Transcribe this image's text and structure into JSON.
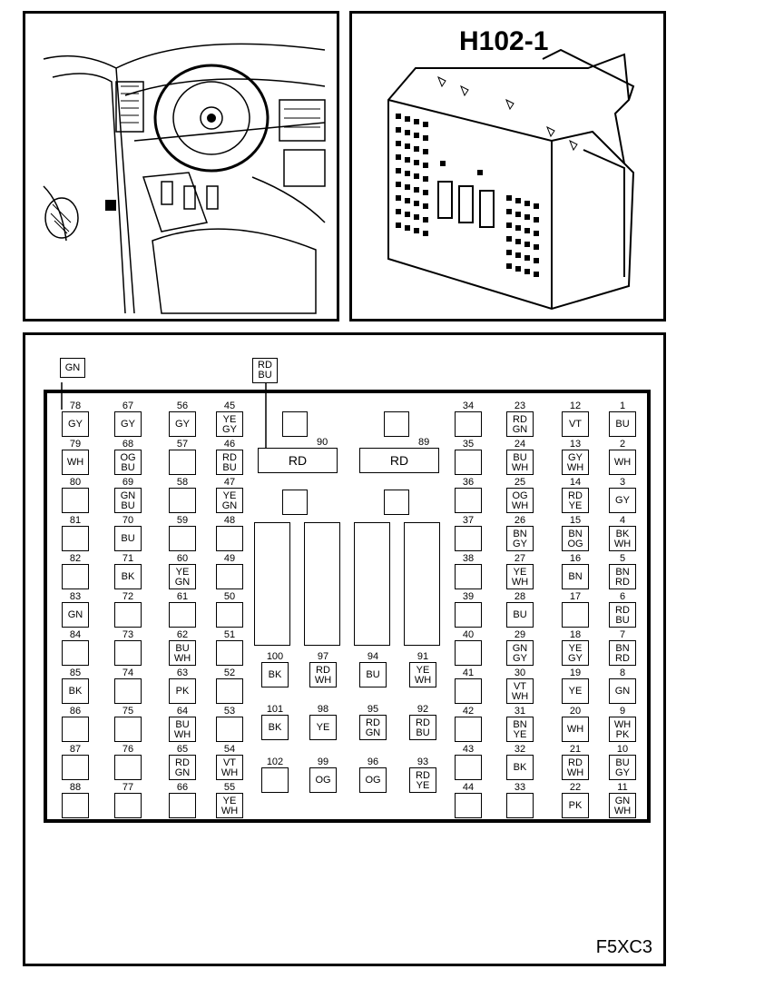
{
  "header": {
    "connector_id": "H102-1"
  },
  "footer": {
    "figure_code": "F5XC3"
  },
  "external_wires": [
    {
      "id": "ext-gn",
      "lines": [
        "GN"
      ]
    },
    {
      "id": "ext-rdbu",
      "lines": [
        "RD",
        "BU"
      ]
    }
  ],
  "big_blocks": [
    {
      "num": "90",
      "color": "RD"
    },
    {
      "num": "89",
      "color": "RD"
    }
  ],
  "columns": [
    {
      "id": "c1",
      "pins": [
        {
          "num": "78",
          "lines": [
            "GY"
          ]
        },
        {
          "num": "79",
          "lines": [
            "WH"
          ]
        },
        {
          "num": "80",
          "lines": []
        },
        {
          "num": "81",
          "lines": []
        },
        {
          "num": "82",
          "lines": []
        },
        {
          "num": "83",
          "lines": [
            "GN"
          ]
        },
        {
          "num": "84",
          "lines": []
        },
        {
          "num": "85",
          "lines": [
            "BK"
          ]
        },
        {
          "num": "86",
          "lines": []
        },
        {
          "num": "87",
          "lines": []
        },
        {
          "num": "88",
          "lines": []
        }
      ]
    },
    {
      "id": "c2",
      "pins": [
        {
          "num": "67",
          "lines": [
            "GY"
          ]
        },
        {
          "num": "68",
          "lines": [
            "OG",
            "BU"
          ]
        },
        {
          "num": "69",
          "lines": [
            "GN",
            "BU"
          ]
        },
        {
          "num": "70",
          "lines": [
            "BU"
          ]
        },
        {
          "num": "71",
          "lines": [
            "BK"
          ]
        },
        {
          "num": "72",
          "lines": []
        },
        {
          "num": "73",
          "lines": []
        },
        {
          "num": "74",
          "lines": []
        },
        {
          "num": "75",
          "lines": []
        },
        {
          "num": "76",
          "lines": []
        },
        {
          "num": "77",
          "lines": []
        }
      ]
    },
    {
      "id": "c3",
      "pins": [
        {
          "num": "56",
          "lines": [
            "GY"
          ]
        },
        {
          "num": "57",
          "lines": []
        },
        {
          "num": "58",
          "lines": []
        },
        {
          "num": "59",
          "lines": []
        },
        {
          "num": "60",
          "lines": [
            "YE",
            "GN"
          ]
        },
        {
          "num": "61",
          "lines": []
        },
        {
          "num": "62",
          "lines": [
            "BU",
            "WH"
          ]
        },
        {
          "num": "63",
          "lines": [
            "PK"
          ]
        },
        {
          "num": "64",
          "lines": [
            "BU",
            "WH"
          ]
        },
        {
          "num": "65",
          "lines": [
            "RD",
            "GN"
          ]
        },
        {
          "num": "66",
          "lines": []
        }
      ]
    },
    {
      "id": "c4",
      "pins": [
        {
          "num": "45",
          "lines": [
            "YE",
            "GY"
          ]
        },
        {
          "num": "46",
          "lines": [
            "RD",
            "BU"
          ]
        },
        {
          "num": "47",
          "lines": [
            "YE",
            "GN"
          ]
        },
        {
          "num": "48",
          "lines": []
        },
        {
          "num": "49",
          "lines": []
        },
        {
          "num": "50",
          "lines": []
        },
        {
          "num": "51",
          "lines": []
        },
        {
          "num": "52",
          "lines": []
        },
        {
          "num": "53",
          "lines": []
        },
        {
          "num": "54",
          "lines": [
            "VT",
            "WH"
          ]
        },
        {
          "num": "55",
          "lines": [
            "YE",
            "WH"
          ]
        }
      ]
    },
    {
      "id": "c5",
      "pins": [
        {
          "num": "34",
          "lines": []
        },
        {
          "num": "35",
          "lines": []
        },
        {
          "num": "36",
          "lines": []
        },
        {
          "num": "37",
          "lines": []
        },
        {
          "num": "38",
          "lines": []
        },
        {
          "num": "39",
          "lines": []
        },
        {
          "num": "40",
          "lines": []
        },
        {
          "num": "41",
          "lines": []
        },
        {
          "num": "42",
          "lines": []
        },
        {
          "num": "43",
          "lines": []
        },
        {
          "num": "44",
          "lines": []
        }
      ]
    },
    {
      "id": "c6",
      "pins": [
        {
          "num": "23",
          "lines": [
            "RD",
            "GN"
          ]
        },
        {
          "num": "24",
          "lines": [
            "BU",
            "WH"
          ]
        },
        {
          "num": "25",
          "lines": [
            "OG",
            "WH"
          ]
        },
        {
          "num": "26",
          "lines": [
            "BN",
            "GY"
          ]
        },
        {
          "num": "27",
          "lines": [
            "YE",
            "WH"
          ]
        },
        {
          "num": "28",
          "lines": [
            "BU"
          ]
        },
        {
          "num": "29",
          "lines": [
            "GN",
            "GY"
          ]
        },
        {
          "num": "30",
          "lines": [
            "VT",
            "WH"
          ]
        },
        {
          "num": "31",
          "lines": [
            "BN",
            "YE"
          ]
        },
        {
          "num": "32",
          "lines": [
            "BK"
          ]
        },
        {
          "num": "33",
          "lines": []
        }
      ]
    },
    {
      "id": "c7",
      "pins": [
        {
          "num": "12",
          "lines": [
            "VT"
          ]
        },
        {
          "num": "13",
          "lines": [
            "GY",
            "WH"
          ]
        },
        {
          "num": "14",
          "lines": [
            "RD",
            "YE"
          ]
        },
        {
          "num": "15",
          "lines": [
            "BN",
            "OG"
          ]
        },
        {
          "num": "16",
          "lines": [
            "BN"
          ]
        },
        {
          "num": "17",
          "lines": []
        },
        {
          "num": "18",
          "lines": [
            "YE",
            "GY"
          ]
        },
        {
          "num": "19",
          "lines": [
            "YE"
          ]
        },
        {
          "num": "20",
          "lines": [
            "WH"
          ]
        },
        {
          "num": "21",
          "lines": [
            "RD",
            "WH"
          ]
        },
        {
          "num": "22",
          "lines": [
            "PK"
          ]
        }
      ]
    },
    {
      "id": "c8",
      "pins": [
        {
          "num": "1",
          "lines": [
            "BU"
          ]
        },
        {
          "num": "2",
          "lines": [
            "WH"
          ]
        },
        {
          "num": "3",
          "lines": [
            "GY"
          ]
        },
        {
          "num": "4",
          "lines": [
            "BK",
            "WH"
          ]
        },
        {
          "num": "5",
          "lines": [
            "BN",
            "RD"
          ]
        },
        {
          "num": "6",
          "lines": [
            "RD",
            "BU"
          ]
        },
        {
          "num": "7",
          "lines": [
            "BN",
            "RD"
          ]
        },
        {
          "num": "8",
          "lines": [
            "GN"
          ]
        },
        {
          "num": "9",
          "lines": [
            "WH",
            "PK"
          ]
        },
        {
          "num": "10",
          "lines": [
            "BU",
            "GY"
          ]
        },
        {
          "num": "11",
          "lines": [
            "GN",
            "WH"
          ]
        }
      ]
    }
  ],
  "center_rows": [
    [
      {
        "num": "100",
        "lines": [
          "BK"
        ]
      },
      {
        "num": "97",
        "lines": [
          "RD",
          "WH"
        ]
      },
      {
        "num": "94",
        "lines": [
          "BU"
        ]
      },
      {
        "num": "91",
        "lines": [
          "YE",
          "WH"
        ]
      }
    ],
    [
      {
        "num": "101",
        "lines": [
          "BK"
        ]
      },
      {
        "num": "98",
        "lines": [
          "YE"
        ]
      },
      {
        "num": "95",
        "lines": [
          "RD",
          "GN"
        ]
      },
      {
        "num": "92",
        "lines": [
          "RD",
          "BU"
        ]
      }
    ],
    [
      {
        "num": "102",
        "lines": []
      },
      {
        "num": "99",
        "lines": [
          "OG"
        ]
      },
      {
        "num": "96",
        "lines": [
          "OG"
        ]
      },
      {
        "num": "93",
        "lines": [
          "RD",
          "YE"
        ]
      }
    ]
  ]
}
